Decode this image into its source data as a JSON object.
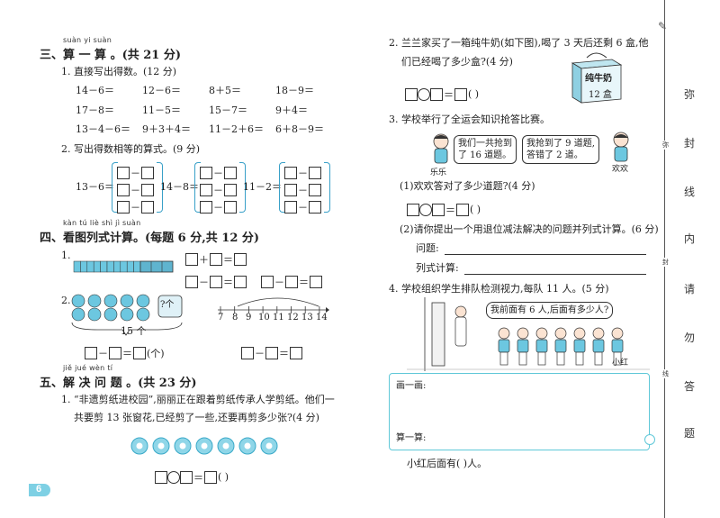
{
  "page_number": "6",
  "section3": {
    "pinyin": "suàn  yi  suàn",
    "title": "三、算 一 算 。(共 21 分)",
    "q1_title": "1. 直接写出得数。(12 分)",
    "q1_rows": [
      [
        "14－6＝",
        "12－6＝",
        "8＋5＝",
        "18－9＝"
      ],
      [
        "17－8＝",
        "11－5＝",
        "15－7＝",
        "9＋4＝"
      ],
      [
        "13－4－6＝",
        "9＋3＋4＝",
        "11－2＋6＝",
        "6＋8－9＝"
      ]
    ],
    "q2_title": "2. 写出得数相等的算式。(9 分)",
    "q2_groups": [
      "13－6＝",
      "14－8＝",
      "11－2＝"
    ]
  },
  "section4": {
    "pinyin": "kàn  tú  liè  shì  jì  suàn",
    "title": "四、看图列式计算。(每题 6 分,共 12 分)",
    "q1_num": "1.",
    "q2_num": "2.",
    "q2_unknown": "?个",
    "q2_total": "15 个",
    "q2_unit": "(个)",
    "ruler_ticks": [
      "7",
      "8",
      "9",
      "10",
      "11",
      "12",
      "13",
      "14"
    ]
  },
  "section5": {
    "pinyin": "jiě  jué  wèn  tí",
    "title": "五、解 决 问 题 。(共 23 分)",
    "q1_text_line1": "1. “非遗剪纸进校园”,丽丽正在跟着剪纸传承人学剪纸。他们一",
    "q1_text_line2": "共要剪 13 张窗花,已经剪了一些,还要再剪多少张?(4 分)",
    "q1_paren": "(    )"
  },
  "right": {
    "q2_line1": "2. 兰兰家买了一箱纯牛奶(如下图),喝了 3 天后还剩 6 盒,他",
    "q2_line2": "们已经喝了多少盒?(4 分)",
    "q2_paren": "(    )",
    "milk_label": "纯牛奶",
    "milk_count": "12 盒",
    "q3_title": "3. 学校举行了全运会知识抢答比赛。",
    "bubble_left_1": "我们一共抢到",
    "bubble_left_2": "了 16 道题。",
    "bubble_right_1": "我抢到了 9 道题,",
    "bubble_right_2": "答错了 2 道。",
    "name_left": "乐乐",
    "name_right": "欢欢",
    "q3_sub1": "(1)欢欢答对了多少道题?(4 分)",
    "q3_sub1_paren": "(    )",
    "q3_sub2": "(2)请你提出一个用退位减法解决的问题并列式计算。(6 分)",
    "q3_question_label": "问题:",
    "q3_formula_label": "列式计算:",
    "q4_title": "4. 学校组织学生排队检测视力,每队 11 人。(5 分)",
    "q4_bubble": "我前面有 6 人,后面有多少人?",
    "q4_name": "小红",
    "draw_label": "画一画:",
    "calc_label": "算一算:",
    "answer_line": "小红后面有(      )人。"
  },
  "margin": {
    "chars": [
      "弥",
      "封",
      "线",
      "内",
      "请",
      "勿",
      "答",
      "题"
    ],
    "small": [
      "弥",
      "封",
      "线"
    ]
  },
  "colors": {
    "accent": "#39a0c8",
    "cube": "#6cc7e0",
    "frame": "#5fc8d8"
  }
}
